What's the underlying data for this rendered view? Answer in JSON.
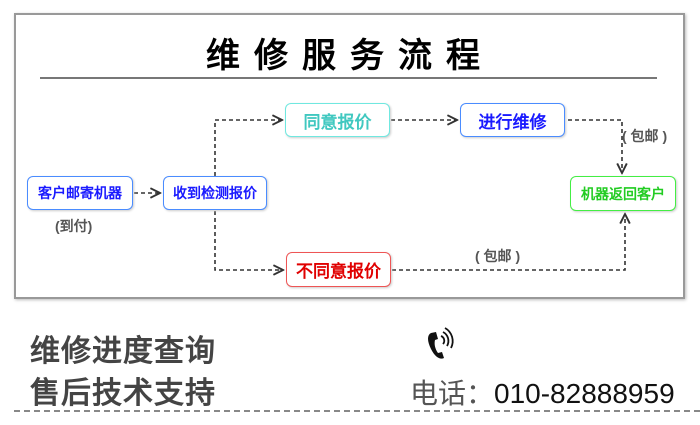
{
  "title": "维修服务流程",
  "nodes": {
    "customer_ship": "客户邮寄机器",
    "receive_quote": "收到检测报价",
    "agree": "同意报价",
    "repair": "进行维修",
    "return": "机器返回客户",
    "disagree": "不同意报价"
  },
  "notes": {
    "cod": "(到付)",
    "free_top": "( 包邮 )",
    "free_bottom": "( 包邮 )"
  },
  "colors": {
    "blue": "#1a1aff",
    "cyan": "#40d0c8",
    "green": "#2ecc2e",
    "red": "#e00000"
  },
  "footer": {
    "line1": "维修进度查询",
    "line2": "售后技术支持",
    "tel_label": "电话：",
    "tel_number": "010-82888959"
  }
}
